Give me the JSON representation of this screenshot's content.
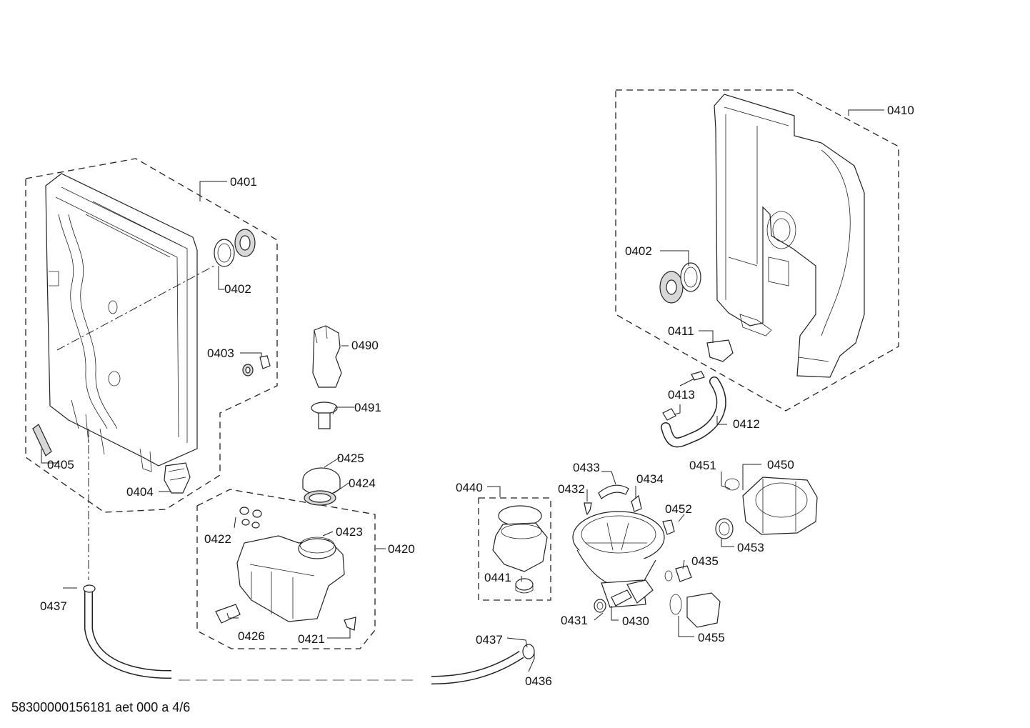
{
  "footer": {
    "document_id": "58300000156181 aet 000 a 4/6"
  },
  "labels": {
    "p0401": "0401",
    "p0402a": "0402",
    "p0402b": "0402",
    "p0403": "0403",
    "p0404": "0404",
    "p0405": "0405",
    "p0410": "0410",
    "p0411": "0411",
    "p0412": "0412",
    "p0413": "0413",
    "p0420": "0420",
    "p0421": "0421",
    "p0422": "0422",
    "p0423": "0423",
    "p0424": "0424",
    "p0425": "0425",
    "p0426": "0426",
    "p0430": "0430",
    "p0431": "0431",
    "p0432": "0432",
    "p0433": "0433",
    "p0434": "0434",
    "p0435": "0435",
    "p0436": "0436",
    "p0437a": "0437",
    "p0437b": "0437",
    "p0440": "0440",
    "p0441": "0441",
    "p0450": "0450",
    "p0451": "0451",
    "p0452": "0452",
    "p0453": "0453",
    "p0455": "0455",
    "p0490": "0490",
    "p0491": "0491"
  }
}
